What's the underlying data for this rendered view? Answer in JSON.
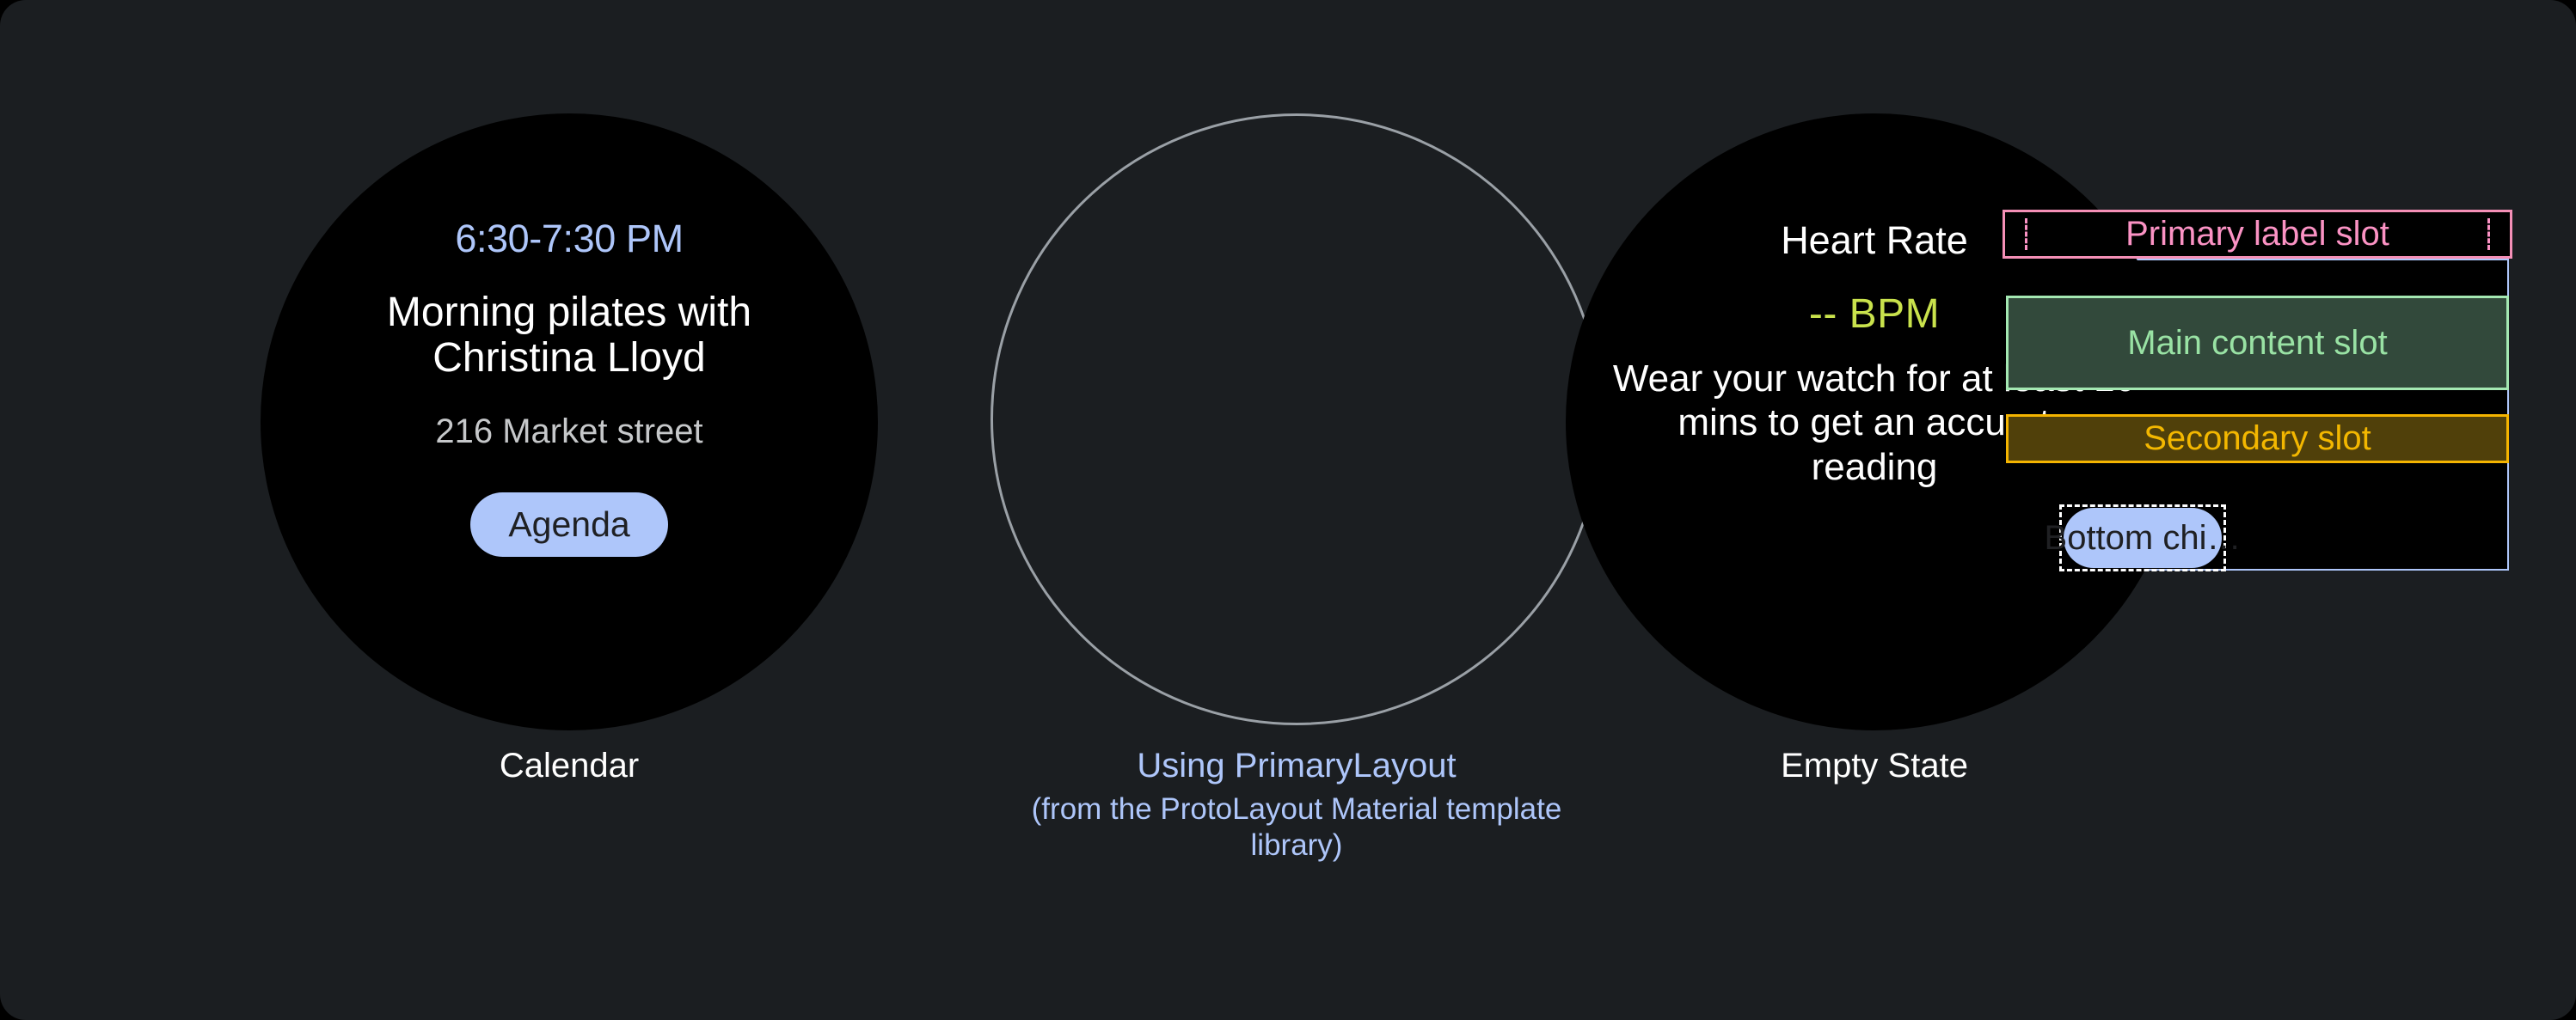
{
  "theme": {
    "page_bg": "#1b1e21",
    "watch_bg": "#000000",
    "accent_blue": "#aec6fa",
    "pink": "#fb92c4",
    "green": "#99e2a4",
    "amber": "#f3b700",
    "lime": "#c9e24c",
    "white": "#ffffff"
  },
  "panels": {
    "calendar": {
      "caption": "Calendar",
      "time_range": "6:30-7:30 PM",
      "event_title": "Morning pilates with Christina Lloyd",
      "address": "216 Market street",
      "chip_label": "Agenda"
    },
    "primary_layout": {
      "caption_main": "Using PrimaryLayout",
      "caption_sub": "(from the ProtoLayout Material template library)",
      "slots": {
        "primary_label": "Primary label slot",
        "main_content": "Main content slot",
        "secondary": "Secondary slot",
        "bottom_chip": "Bottom chi…"
      }
    },
    "empty_state": {
      "caption": "Empty State",
      "title": "Heart Rate",
      "value": "-- BPM",
      "description": "Wear your watch for at least 10 mins to get an accurate reading"
    }
  }
}
